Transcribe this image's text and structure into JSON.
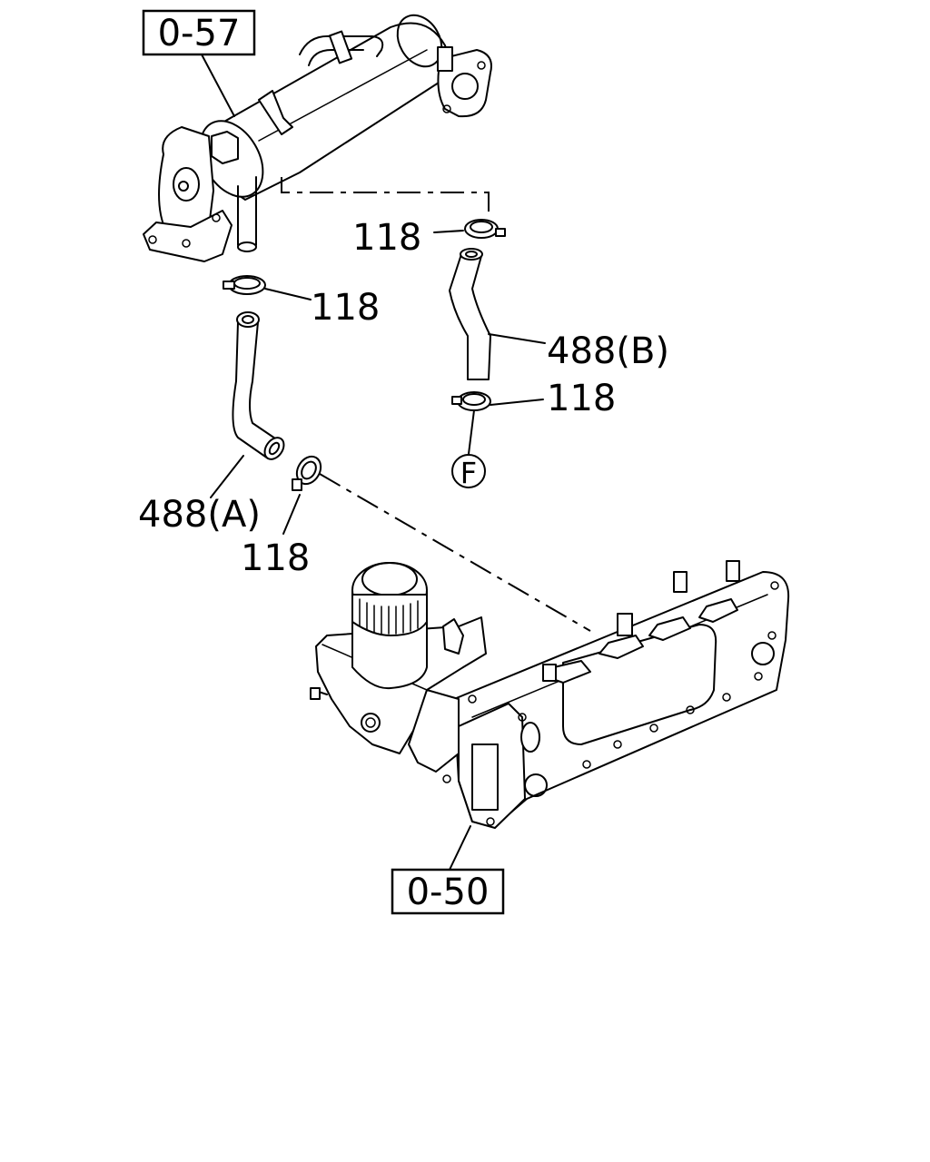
{
  "labels": {
    "ref_top": "0-57",
    "ref_bottom": "0-50",
    "clamp_a": "118",
    "clamp_b": "118",
    "clamp_c": "118",
    "clamp_d": "118",
    "hose_a": "488(A)",
    "hose_b": "488(B)",
    "connector": "F"
  }
}
